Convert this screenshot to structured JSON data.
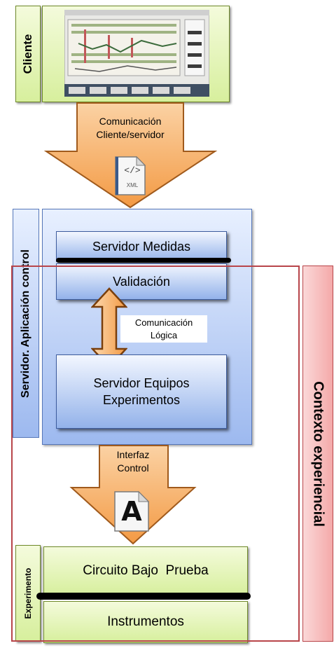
{
  "cliente": {
    "label": "Cliente"
  },
  "comm_client_server": {
    "line1": "Comunicación",
    "line2": "Cliente/servidor"
  },
  "xml_icon": {
    "icon": "xml-file-icon",
    "text": "XML",
    "glyph": "</>"
  },
  "servidor": {
    "label": "Servidor. Aplicación control",
    "medidas": "Servidor Medidas",
    "validacion": "Validación",
    "comm_logica": {
      "line1": "Comunicación",
      "line2": "Lógica"
    },
    "equipos": {
      "line1": "Servidor Equipos",
      "line2": "Experimentos"
    }
  },
  "interfaz": {
    "line1": "Interfaz",
    "line2": "Control"
  },
  "font_icon": {
    "icon": "font-file-icon",
    "glyph": "A"
  },
  "experimento": {
    "label": "Experimento",
    "circuito": "Circuito Bajo  Prueba",
    "instrumentos": "Instrumentos"
  },
  "contexto": {
    "label": "Contexto experiencial"
  },
  "colors": {
    "orange": "#f7a24c",
    "red": "#b8454a",
    "pink": "#f6b8b8",
    "green": "#d7ef9d",
    "blue": "#9db9ef"
  }
}
